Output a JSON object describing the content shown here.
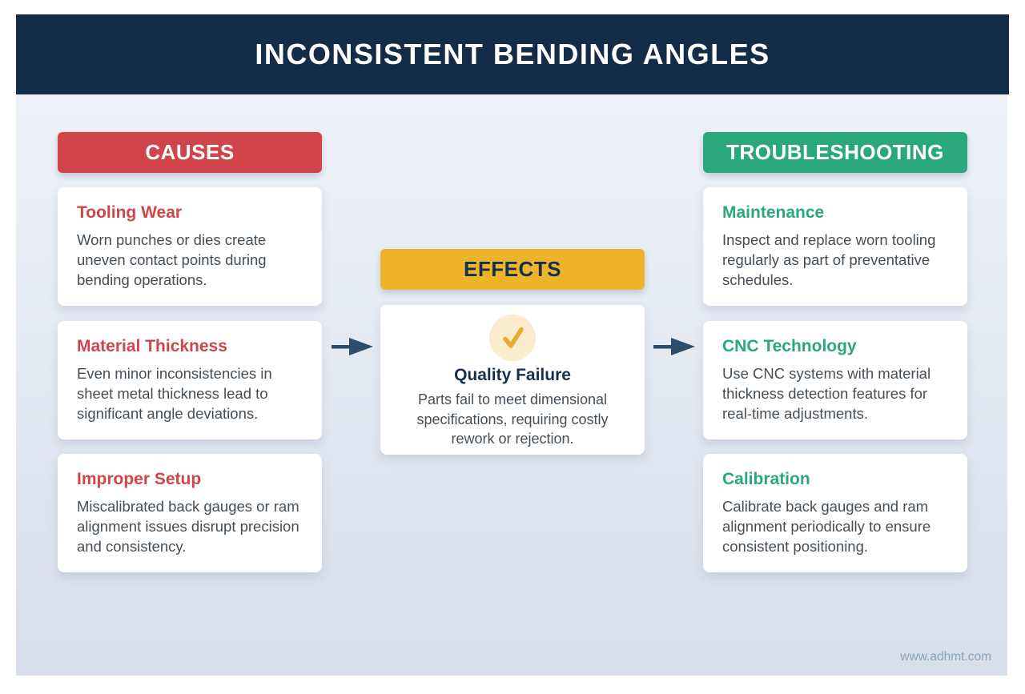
{
  "page": {
    "title": "INCONSISTENT BENDING ANGLES",
    "footer_url": "www.adhmt.com"
  },
  "colors": {
    "banner_bg": "#132c47",
    "causes_accent": "#d0454a",
    "effects_accent": "#edb32b",
    "troubleshooting_accent": "#2aa87c",
    "arrow": "#2e4d6b",
    "check_circle_bg": "#faeccd",
    "check_mark": "#e8ab2e",
    "body_text": "#454e57",
    "canvas_gradient_top": "#edf1f7",
    "canvas_gradient_bottom": "#d7dee9"
  },
  "columns": {
    "causes": {
      "header": "CAUSES",
      "cards": [
        {
          "title": "Tooling Wear",
          "body": "Worn punches or dies create uneven contact points during bending operations."
        },
        {
          "title": "Material Thickness",
          "body": "Even minor inconsistencies in sheet metal thickness lead to significant angle deviations."
        },
        {
          "title": "Improper Setup",
          "body": "Miscalibrated back gauges or ram alignment issues disrupt precision and consistency."
        }
      ]
    },
    "effects": {
      "header": "EFFECTS",
      "card": {
        "icon": "check-icon",
        "title": "Quality Failure",
        "body": "Parts fail to meet dimensional specifications, requiring costly rework or rejection."
      }
    },
    "troubleshooting": {
      "header": "TROUBLESHOOTING",
      "cards": [
        {
          "title": "Maintenance",
          "body": "Inspect and replace worn tooling regularly as part of preventative schedules."
        },
        {
          "title": "CNC Technology",
          "body": "Use CNC systems with material thickness detection features for real-time adjustments."
        },
        {
          "title": "Calibration",
          "body": "Calibrate back gauges and ram alignment periodically to ensure consistent positioning."
        }
      ]
    }
  }
}
